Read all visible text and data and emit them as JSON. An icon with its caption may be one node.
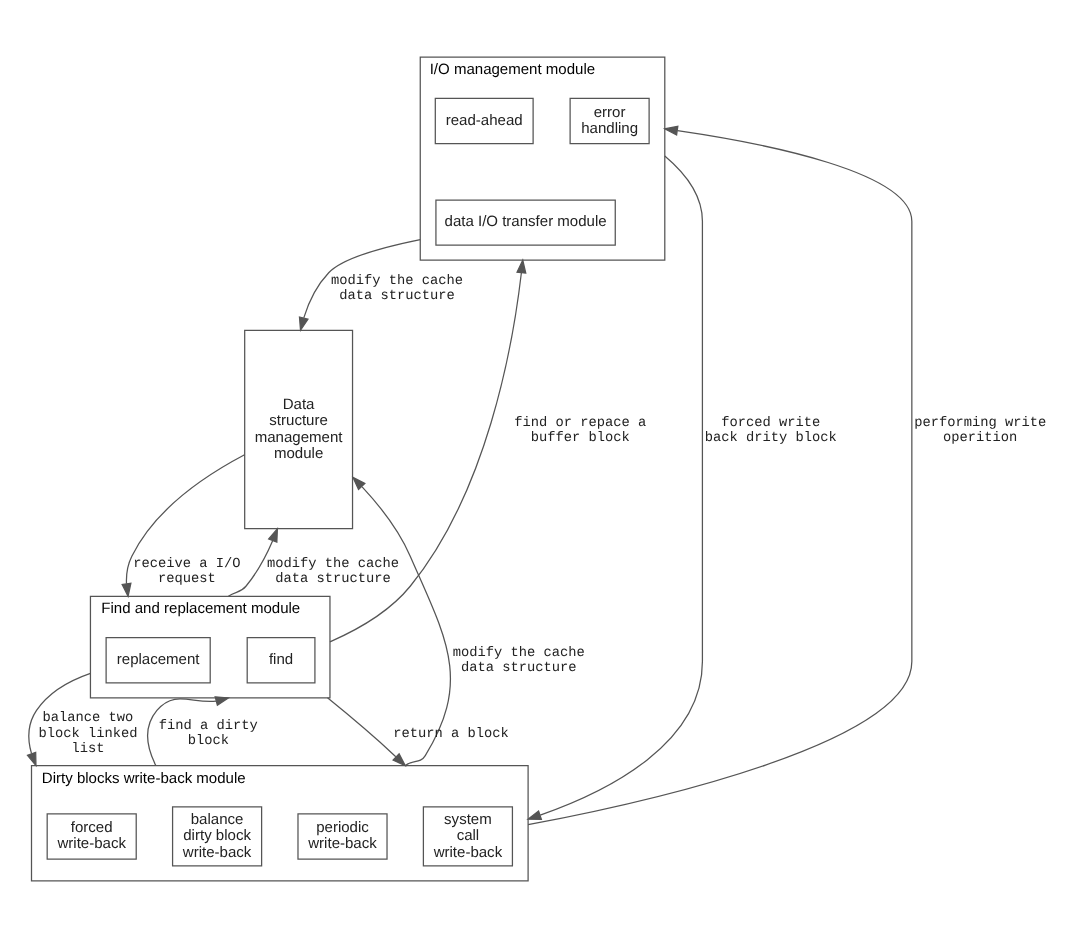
{
  "diagram": {
    "nodes": [
      {
        "text": [
          "I/O management module"
        ]
      },
      {
        "text": [
          "read-ahead"
        ],
        "in": 0
      },
      {
        "text": [
          "error handling"
        ],
        "in": 0
      },
      {
        "text": [
          "data I/O transfer module"
        ],
        "in": 0
      },
      {
        "text": [
          "Data structure management module"
        ]
      },
      {
        "text": [
          "Find and replacement module"
        ]
      },
      {
        "text": [
          "replacement"
        ],
        "in": 5
      },
      {
        "text": [
          "find"
        ],
        "in": 5
      },
      {
        "text": [
          "Dirty blocks write-back module"
        ]
      },
      {
        "text": [
          "periodic write-back"
        ],
        "in": 8
      },
      {
        "text": [
          "forced write-back"
        ],
        "in": 8
      },
      {
        "text": [
          "balance dirty block write-back"
        ],
        "in": 8
      },
      {
        "text": [
          "system call write-back"
        ],
        "in": 8
      }
    ],
    "edges": [
      {
        "from": 0,
        "to": 4,
        "arrow": "to",
        "label": "modify the cache data structure"
      },
      {
        "from": 4,
        "to": 5,
        "arrow": "to",
        "label": "receive a I/O request"
      },
      {
        "from": 5,
        "to": 4,
        "arrow": "to",
        "label": "modify the cache data structure"
      },
      {
        "from": 5,
        "to": 0,
        "arrow": "to",
        "label": "find or repace a buffer block"
      },
      {
        "from": 5,
        "to": 8,
        "arrow": "to",
        "label": "balance two block linked list"
      },
      {
        "from": 8,
        "to": 5,
        "arrow": "to",
        "label": "find a dirty block"
      },
      {
        "from": 5,
        "to": 8,
        "arrow": "to",
        "label": "return a block"
      },
      {
        "from": 0,
        "to": 8,
        "arrow": "to",
        "label": "forced write back drity block"
      },
      {
        "from": 8,
        "to": 0,
        "arrow": "to",
        "label": "performing write operition"
      },
      {
        "from": 8,
        "to": 4,
        "arrow": "to",
        "label": "modify the cache data structure"
      }
    ]
  }
}
